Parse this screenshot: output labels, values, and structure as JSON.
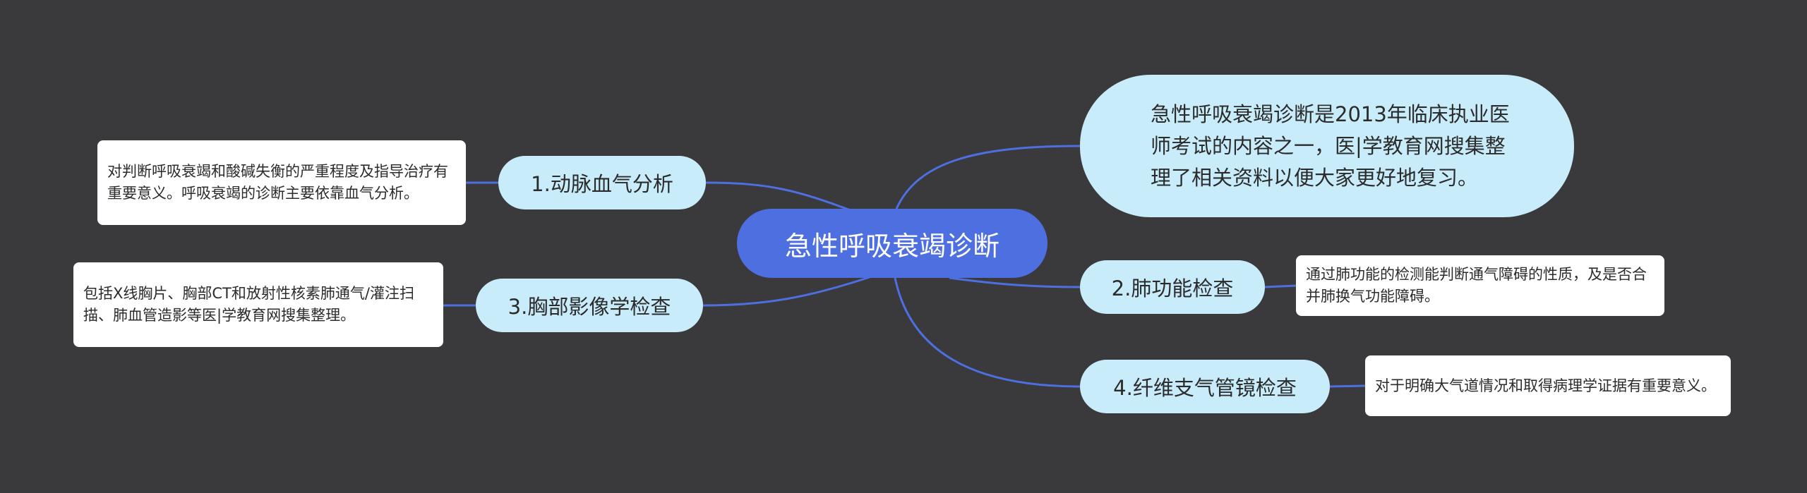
{
  "root": {
    "label": "急性呼吸衰竭诊断"
  },
  "intro": {
    "text": "急性呼吸衰竭诊断是2013年临床执业医师考试的内容之一，医|学教育网搜集整理了相关资料以便大家更好地复习。"
  },
  "branches": [
    {
      "label": "1.动脉血气分析",
      "note": "对判断呼吸衰竭和酸碱失衡的严重程度及指导治疗有重要意义。呼吸衰竭的诊断主要依靠血气分析。"
    },
    {
      "label": "2.肺功能检查",
      "note": "通过肺功能的检测能判断通气障碍的性质，及是否合并肺换气功能障碍。"
    },
    {
      "label": "3.胸部影像学检查",
      "note": "包括X线胸片、胸部CT和放射性核素肺通气/灌注扫描、肺血管造影等医|学教育网搜集整理。"
    },
    {
      "label": "4.纤维支气管镜检查",
      "note": " 对于明确大气道情况和取得病理学证据有重要意义。"
    }
  ],
  "colors": {
    "background": "#3a393b",
    "root": "#4e6fe0",
    "branch": "#c9ecfb",
    "note": "#ffffff",
    "edge": "#4e6fe0"
  }
}
